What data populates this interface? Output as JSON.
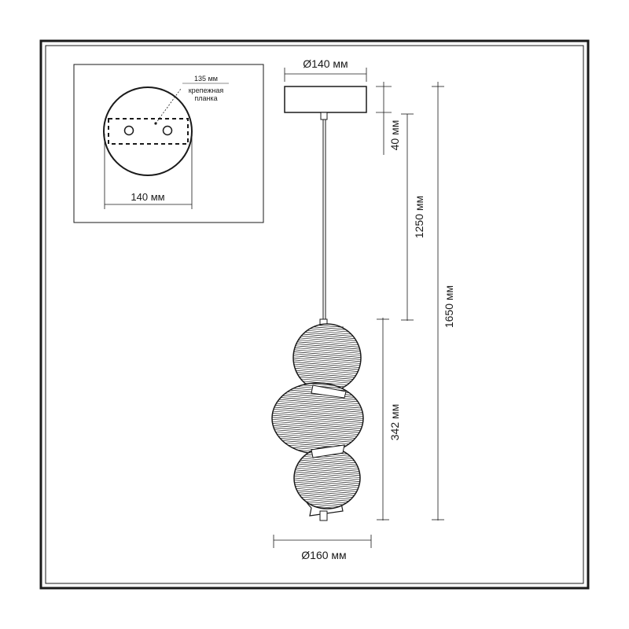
{
  "mount_detail": {
    "plate_width_label": "135 мм",
    "plate_name_line1": "крепежная",
    "plate_name_line2": "планка",
    "canopy_width_label": "140 мм"
  },
  "dimensions": {
    "canopy_diameter": "Ø140 мм",
    "canopy_height": "40 мм",
    "cable_length": "1250 мм",
    "total_height": "1650 мм",
    "shade_height": "342 мм",
    "shade_diameter": "Ø160 мм"
  }
}
